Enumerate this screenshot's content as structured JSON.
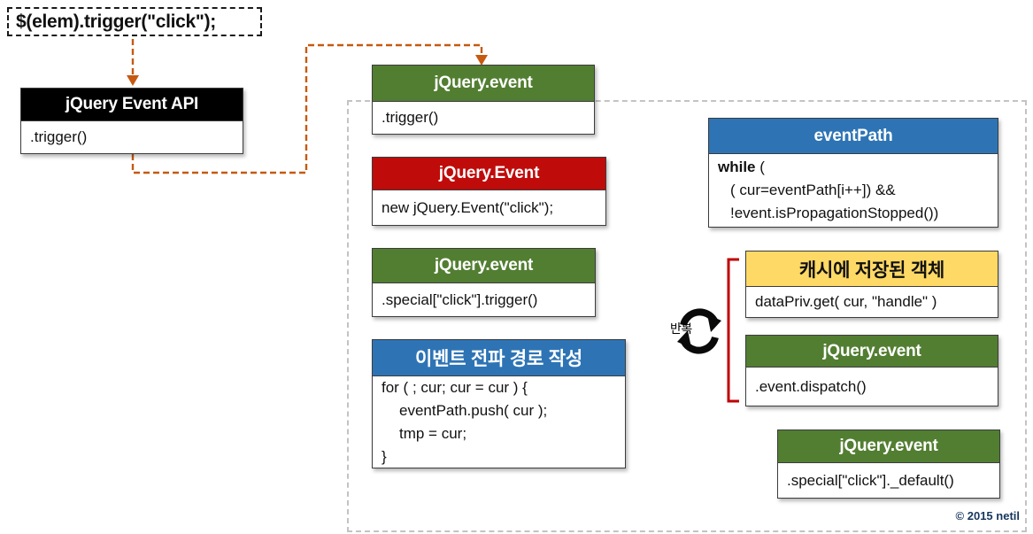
{
  "colors": {
    "green_header": "#527E32",
    "red_header": "#C00B0B",
    "blue_header": "#2E74B5",
    "yellow_header": "#FFD965",
    "black_header": "#000000",
    "orange_connector": "#C55A11",
    "red_bracket": "#C00000",
    "container_border": "#BFBFBF",
    "copyright_text": "#17365D"
  },
  "trigger_call": {
    "text": "$(elem).trigger(\"click\");"
  },
  "event_api": {
    "title": "jQuery Event API",
    "method": ".trigger()"
  },
  "flow": {
    "event_trigger": {
      "title": "jQuery.event",
      "body": ".trigger()"
    },
    "jquery_event_ctor": {
      "title": "jQuery.Event",
      "body": "new jQuery.Event(\"click\");"
    },
    "special_trigger": {
      "title": "jQuery.event",
      "body": ".special[\"click\"].trigger()"
    },
    "propagation_path": {
      "title": "이벤트 전파 경로 작성",
      "code": [
        "for ( ; cur; cur = cur ) {",
        "eventPath.push( cur );",
        "tmp = cur;",
        "}"
      ]
    },
    "event_path": {
      "title": "eventPath",
      "keyword": "while",
      "keyword_rest": " (",
      "code": [
        "( cur=eventPath[i++]) &&",
        "!event.isPropagationStopped())"
      ]
    },
    "cached_object": {
      "title": "캐시에 저장된 객체",
      "body": "dataPriv.get( cur, \"handle\" )"
    },
    "dispatch": {
      "title": "jQuery.event",
      "body": ".event.dispatch()"
    },
    "default_handler": {
      "title": "jQuery.event",
      "body": ".special[\"click\"]._default()"
    }
  },
  "loop": {
    "label": "반복"
  },
  "footer": {
    "copyright": "© 2015 netil"
  }
}
